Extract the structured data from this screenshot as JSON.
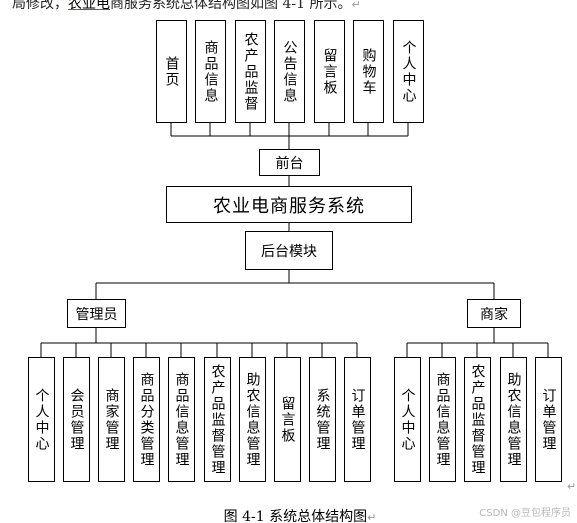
{
  "intro": {
    "before": "局修改，",
    "link": "农业电",
    "after": "商服务系统总体结构图如图 4-1 所示。",
    "paragraph_mark": "↵"
  },
  "top_modules": [
    "首页",
    "商品信息",
    "农产品监督",
    "公告信息",
    "留言板",
    "购物车",
    "个人中心"
  ],
  "front": "前台",
  "system": "农业电商服务系统",
  "backend": "后台模块",
  "admin": {
    "label": "管理员",
    "modules": [
      "个人中心",
      "会员管理",
      "商家管理",
      "商品分类管理",
      "商品信息管理",
      "农产品监督管理",
      "助农信息管理",
      "留言板",
      "系统管理",
      "订单管理"
    ]
  },
  "merchant": {
    "label": "商家",
    "modules": [
      "个人中心",
      "商品信息管理",
      "农产品监督管理",
      "助农信息管理",
      "订单管理"
    ]
  },
  "caption": {
    "text": "图 4-1 系统总体结构图",
    "paragraph_mark": "↵"
  },
  "watermark": "CSDN @豆包程序员",
  "colors": {
    "line": "#000000",
    "link_underline": "#2f62d1",
    "watermark": "#b8b8b8"
  }
}
